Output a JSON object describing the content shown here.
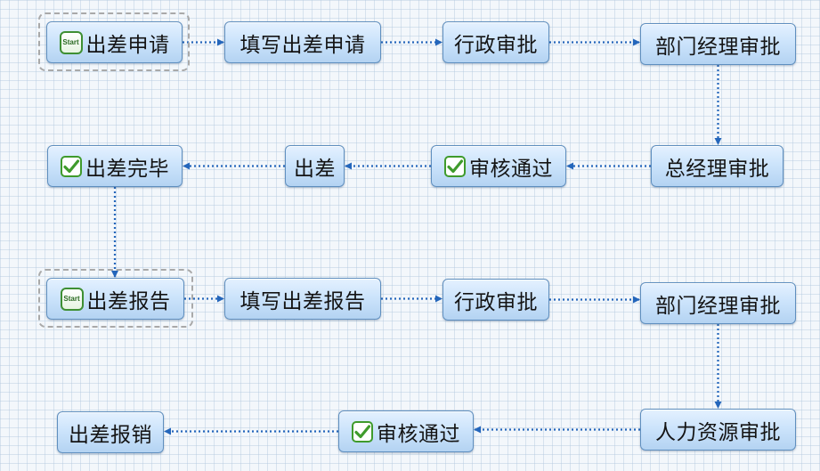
{
  "nodes": {
    "n1": {
      "label": "出差申请",
      "icon": "start-icon",
      "icon_text": "Start"
    },
    "n2": {
      "label": "填写出差申请"
    },
    "n3": {
      "label": "行政审批"
    },
    "n4": {
      "label": "部门经理审批"
    },
    "n5": {
      "label": "总经理审批"
    },
    "n6": {
      "label": "审核通过",
      "icon": "check-icon"
    },
    "n7": {
      "label": "出差"
    },
    "n8": {
      "label": "出差完毕",
      "icon": "check-icon"
    },
    "n9": {
      "label": "出差报告",
      "icon": "start-icon",
      "icon_text": "Start"
    },
    "n10": {
      "label": "填写出差报告"
    },
    "n11": {
      "label": "行政审批"
    },
    "n12": {
      "label": "部门经理审批"
    },
    "n13": {
      "label": "人力资源审批"
    },
    "n14": {
      "label": "审核通过",
      "icon": "check-icon"
    },
    "n15": {
      "label": "出差报销"
    }
  },
  "edges": [
    [
      "n1",
      "n2"
    ],
    [
      "n2",
      "n3"
    ],
    [
      "n3",
      "n4"
    ],
    [
      "n4",
      "n5"
    ],
    [
      "n5",
      "n6"
    ],
    [
      "n6",
      "n7"
    ],
    [
      "n7",
      "n8"
    ],
    [
      "n8",
      "n9"
    ],
    [
      "n9",
      "n10"
    ],
    [
      "n10",
      "n11"
    ],
    [
      "n11",
      "n12"
    ],
    [
      "n12",
      "n13"
    ],
    [
      "n13",
      "n14"
    ],
    [
      "n14",
      "n15"
    ]
  ],
  "colors": {
    "node_border": "#5f8fbf",
    "node_fill_top": "#e4f1ff",
    "node_fill_bottom": "#b4d3f2",
    "connector": "#2466bb",
    "selection_frame": "#a9a9a9",
    "start_icon": "#3e8f33",
    "check_icon": "#3f9b2c"
  }
}
